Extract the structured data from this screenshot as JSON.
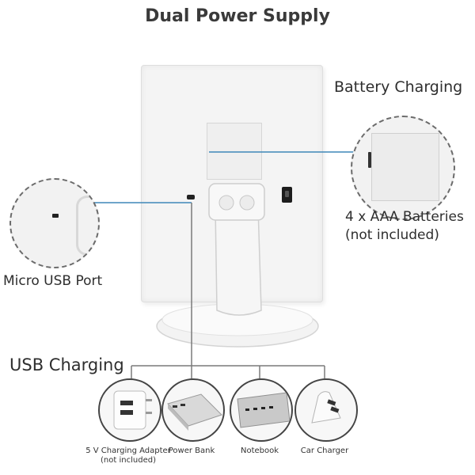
{
  "title": "Dual Power Supply",
  "battery": {
    "heading": "Battery Charging",
    "line1": "4 x AAA Batteries",
    "line2": "(not included)"
  },
  "micro_usb": {
    "label": "Micro USB Port"
  },
  "usb_charging": {
    "heading": "USB Charging",
    "devices": [
      {
        "name": "5 V Charging Adapter",
        "note": "(not included)",
        "icon": "wall-adapter-icon"
      },
      {
        "name": "Power Bank",
        "note": "",
        "icon": "power-bank-icon"
      },
      {
        "name": "Notebook",
        "note": "",
        "icon": "laptop-icon"
      },
      {
        "name": "Car Charger",
        "note": "",
        "icon": "car-charger-icon"
      }
    ]
  },
  "colors": {
    "background": "#ffffff",
    "mirror_white": "#f4f4f4",
    "line_blue": "#3f87b8",
    "dashed_circle": "#6b6b6b"
  }
}
